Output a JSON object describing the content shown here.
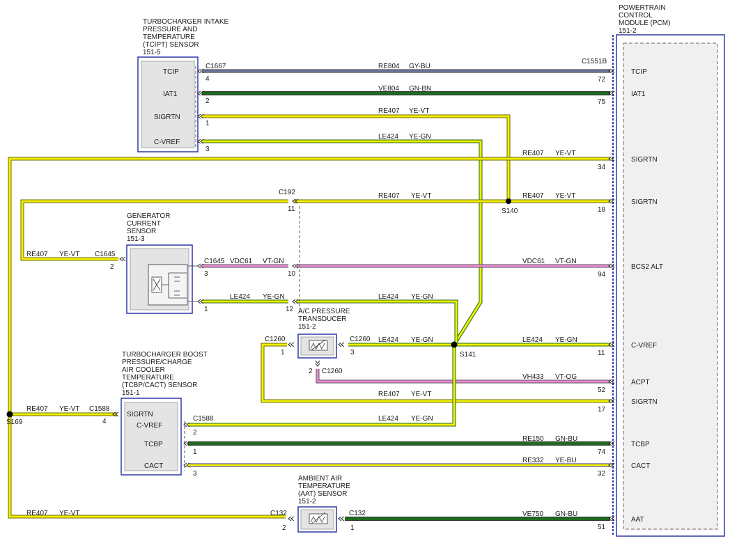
{
  "colors": {
    "yellow": "#f4f000",
    "green": "#1f6a1f",
    "gray_blue": "#6b7aa0",
    "pink": "#f08ad8",
    "box_border": "#2d3aa6"
  },
  "components": {
    "tcipt": {
      "title": [
        "TURBOCHARGER INTAKE",
        "PRESSURE AND",
        "TEMPERATURE",
        "(TCIPT) SENSOR",
        "151-5"
      ],
      "pins": [
        "TCIP",
        "IAT1",
        "SIGRTN",
        "C-VREF"
      ]
    },
    "gcs": {
      "title": [
        "GENERATOR",
        "CURRENT",
        "SENSOR",
        "151-3"
      ]
    },
    "acp": {
      "title": [
        "A/C PRESSURE",
        "TRANSDUCER",
        "151-2"
      ]
    },
    "tcbp": {
      "title": [
        "TURBOCHARGER BOOST",
        "PRESSURE/CHARGE",
        "AIR COOLER",
        "TEMPERATURE",
        "(TCBP/CACT) SENSOR",
        "151-1"
      ],
      "pins": [
        "SIGRTN",
        "C-VREF",
        "TCBP",
        "CACT"
      ]
    },
    "aat": {
      "title": [
        "AMBIENT AIR",
        "TEMPERATURE",
        "(AAT) SENSOR",
        "151-2"
      ]
    },
    "pcm": {
      "title": [
        "POWERTRAIN",
        "CONTROL",
        "MODULE (PCM)",
        "151-2"
      ],
      "pins": [
        "TCIP",
        "IAT1",
        "SIGRTN",
        "SIGRTN",
        "BCS2 ALT",
        "C-VREF",
        "ACPT",
        "SIGRTN",
        "TCBP",
        "CACT",
        "AAT"
      ]
    }
  },
  "connectors": {
    "c1667": "C1667",
    "c1551b": "C1551B",
    "c192": "C192",
    "c1645": "C1645",
    "c1645_in": "C1645",
    "c1260_l": "C1260",
    "c1260_r": "C1260",
    "c1260_b": "C1260",
    "c1588": "C1588",
    "c1588_in": "C1588",
    "c132_l": "C132",
    "c132_r": "C132"
  },
  "splices": {
    "s140": "S140",
    "s141": "S141",
    "s169": "S169"
  },
  "wires": {
    "re804": {
      "circuit": "RE804",
      "color": "GY-BU"
    },
    "ve804": {
      "circuit": "VE804",
      "color": "GN-BN"
    },
    "re407": {
      "circuit": "RE407",
      "color": "YE-VT"
    },
    "le424": {
      "circuit": "LE424",
      "color": "YE-GN"
    },
    "vdc61": {
      "circuit": "VDC61",
      "color": "VT-GN"
    },
    "vh433": {
      "circuit": "VH433",
      "color": "VT-OG"
    },
    "re150": {
      "circuit": "RE150",
      "color": "GN-BU"
    },
    "re332": {
      "circuit": "RE332",
      "color": "YE-BU"
    },
    "ve750": {
      "circuit": "VE750",
      "color": "GN-BU"
    }
  },
  "pin_numbers": {
    "tcipt_tcip": "4",
    "tcipt_iat1": "2",
    "tcipt_sigrtn": "1",
    "tcipt_cvref": "3",
    "pcm_tcip": "72",
    "pcm_iat1": "75",
    "pcm_sigrtn_a": "34",
    "pcm_sigrtn_b": "18",
    "pcm_bcs2": "94",
    "pcm_cvref": "11",
    "pcm_acpt": "52",
    "pcm_sigrtn_c": "17",
    "pcm_tcbp": "74",
    "pcm_cact": "32",
    "pcm_aat": "51",
    "c192_top": "11",
    "c192_mid": "10",
    "c192_bot": "12",
    "gcs_left": "2",
    "gcs_out1": "3",
    "gcs_out2": "1",
    "acp_left": "1",
    "acp_right": "3",
    "acp_bottom": "2",
    "tcbp_sigrtn_ext": "4",
    "tcbp_cvref": "2",
    "tcbp_tcbp": "1",
    "tcbp_cact": "3",
    "aat_left": "2",
    "aat_right": "1"
  }
}
